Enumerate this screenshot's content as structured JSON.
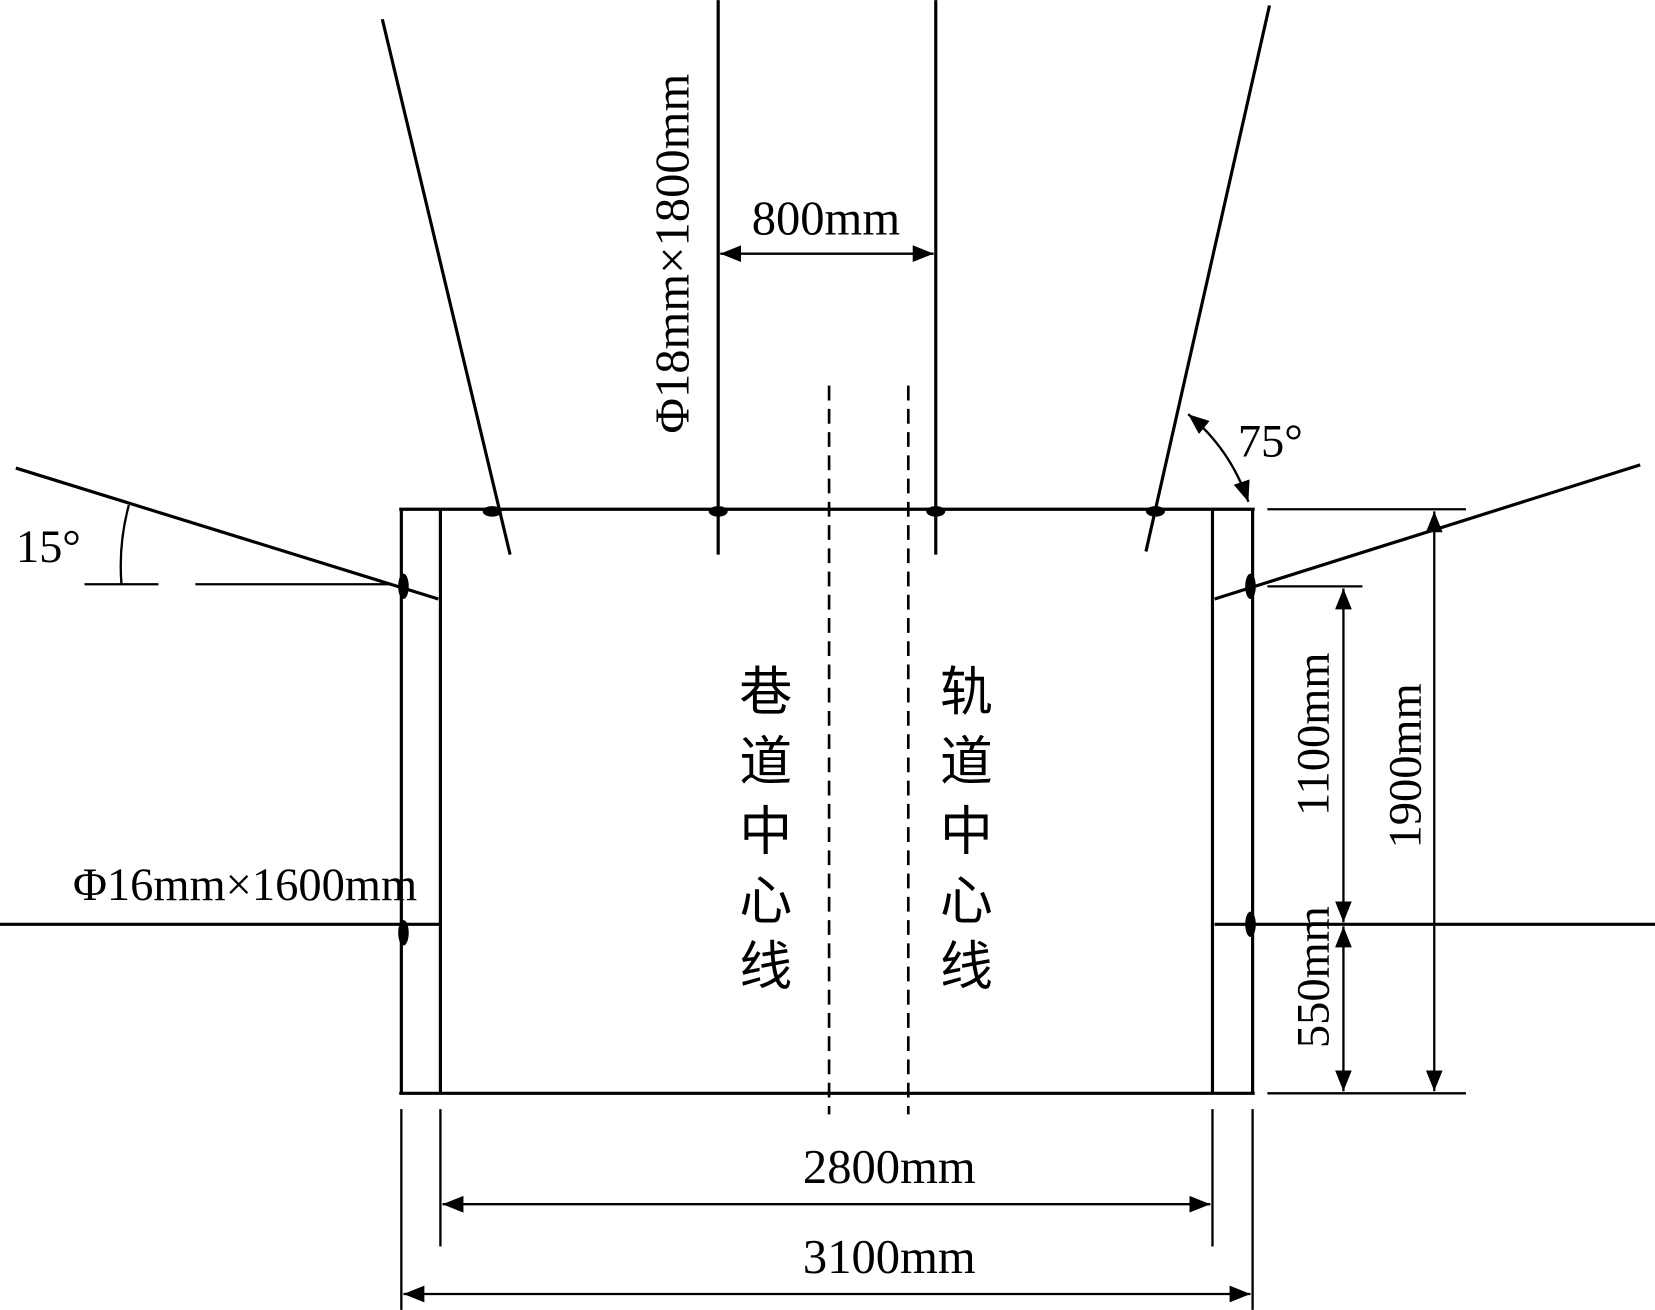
{
  "labels": {
    "bolt_top": "Φ18mm×1800mm",
    "bolt_side": "Φ16mm×1600mm",
    "spacing_top": "800mm",
    "angle_left": "15°",
    "angle_right": "75°",
    "height_total": "1900mm",
    "height_upper": "1100mm",
    "height_lower": "550mm",
    "width_inner": "2800mm",
    "width_outer": "3100mm",
    "roadway_center_chars": [
      "巷",
      "道",
      "中",
      "心",
      "线"
    ],
    "track_center_chars": [
      "轨",
      "道",
      "中",
      "心",
      "线"
    ]
  }
}
